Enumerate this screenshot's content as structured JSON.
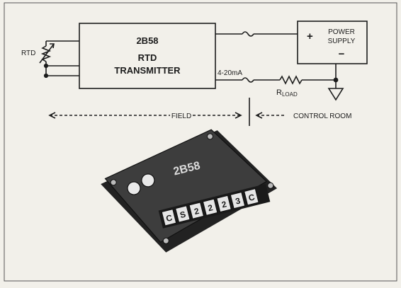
{
  "diagram": {
    "transmitter": {
      "model": "2B58",
      "line1": "RTD",
      "line2": "TRANSMITTER"
    },
    "sensor_label": "RTD",
    "current_label": "4-20mA",
    "power_supply": {
      "line1": "POWER",
      "line2": "SUPPLY",
      "plus": "+",
      "minus": "−"
    },
    "load_label": {
      "main": "R",
      "subscript": "LOAD"
    },
    "regions": {
      "field": "FIELD",
      "control_room": "CONTROL ROOM"
    }
  },
  "device": {
    "brand_mark": "2B58",
    "terminals": [
      "C",
      "S",
      "2",
      "2",
      "2",
      "3",
      "C"
    ],
    "end_terminal": "C"
  },
  "colors": {
    "background": "#f2f0ea",
    "ink": "#1c1c1c",
    "device_body": "#2e2e2e",
    "device_face": "#3d3d3d"
  }
}
